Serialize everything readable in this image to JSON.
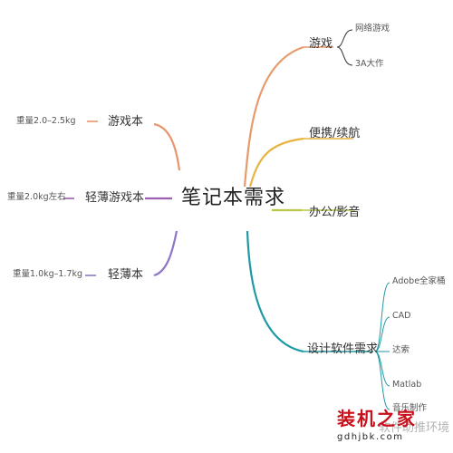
{
  "center": "笔记本需求",
  "right": {
    "games": {
      "label": "游戏",
      "children": [
        "网络游戏",
        "3A大作"
      ]
    },
    "portable": {
      "label": "便携/续航"
    },
    "office": {
      "label": "办公/影音"
    },
    "design": {
      "label": "设计软件需求",
      "children": [
        "Adobe全家桶",
        "CAD",
        "达索",
        "Matlab",
        "音乐制作"
      ]
    }
  },
  "left": {
    "gaming_laptop": {
      "label": "游戏本",
      "note": "重量2.0–2.5kg"
    },
    "thin_gaming": {
      "label": "轻薄游戏本",
      "note": "重量2.0kg左右"
    },
    "ultrabook": {
      "label": "轻薄本",
      "note": "重量1.0kg–1.7kg"
    }
  },
  "colors": {
    "games": "#e79a6c",
    "portable": "#e9b23f",
    "office": "#b9c64a",
    "design": "#1f9aa5",
    "gaming_laptop": "#e7956b",
    "thin_gaming": "#9a5fb0",
    "ultrabook": "#8d77c6",
    "sub_line": "#333333"
  },
  "watermark": {
    "brand": "装机之家",
    "url": "gdhjbk.com",
    "ghost": "软件助推环境"
  }
}
